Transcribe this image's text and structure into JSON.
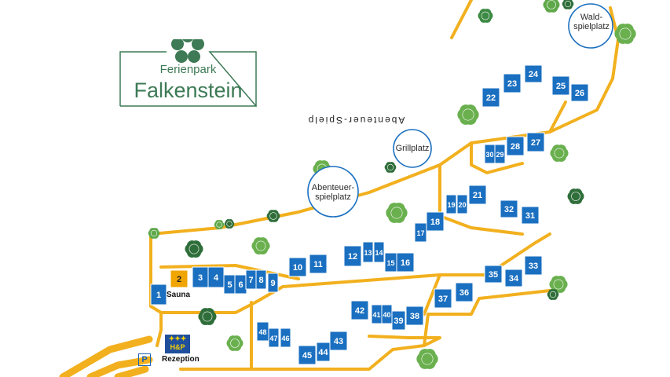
{
  "logo": {
    "subtitle": "Ferienpark",
    "title": "Falkenstein"
  },
  "places": {
    "waldspielplatz": "Wald-\nspielplatz",
    "grillplatz": "Grillplatz",
    "abenteuerspielplatz": "Abenteuer-\nspielplatz",
    "abenteuer_spielp_upside_down": "Abenteuer-Spielp",
    "sauna": "Sauna",
    "rezeption": "Rezeption",
    "parking": "P",
    "hp_logo": "H&P"
  },
  "houses": [
    {
      "n": "1"
    },
    {
      "n": "2",
      "type": "sauna"
    },
    {
      "n": "3"
    },
    {
      "n": "4"
    },
    {
      "n": "5"
    },
    {
      "n": "6"
    },
    {
      "n": "7"
    },
    {
      "n": "8"
    },
    {
      "n": "9"
    },
    {
      "n": "10"
    },
    {
      "n": "11"
    },
    {
      "n": "12"
    },
    {
      "n": "13"
    },
    {
      "n": "14"
    },
    {
      "n": "15"
    },
    {
      "n": "16"
    },
    {
      "n": "17"
    },
    {
      "n": "18"
    },
    {
      "n": "19"
    },
    {
      "n": "20"
    },
    {
      "n": "21"
    },
    {
      "n": "22"
    },
    {
      "n": "23"
    },
    {
      "n": "24"
    },
    {
      "n": "25"
    },
    {
      "n": "26"
    },
    {
      "n": "27"
    },
    {
      "n": "28"
    },
    {
      "n": "29"
    },
    {
      "n": "30"
    },
    {
      "n": "31"
    },
    {
      "n": "32"
    },
    {
      "n": "33"
    },
    {
      "n": "34"
    },
    {
      "n": "35"
    },
    {
      "n": "36"
    },
    {
      "n": "37"
    },
    {
      "n": "38"
    },
    {
      "n": "39"
    },
    {
      "n": "40"
    },
    {
      "n": "41"
    },
    {
      "n": "42"
    },
    {
      "n": "43"
    },
    {
      "n": "44"
    },
    {
      "n": "45"
    },
    {
      "n": "46"
    },
    {
      "n": "47"
    },
    {
      "n": "48"
    }
  ],
  "colors": {
    "house": "#1a6fc0",
    "sauna": "#f0a500",
    "road": "#f2b01e",
    "tree": "#5fa84a",
    "logo": "#3d7a55"
  }
}
